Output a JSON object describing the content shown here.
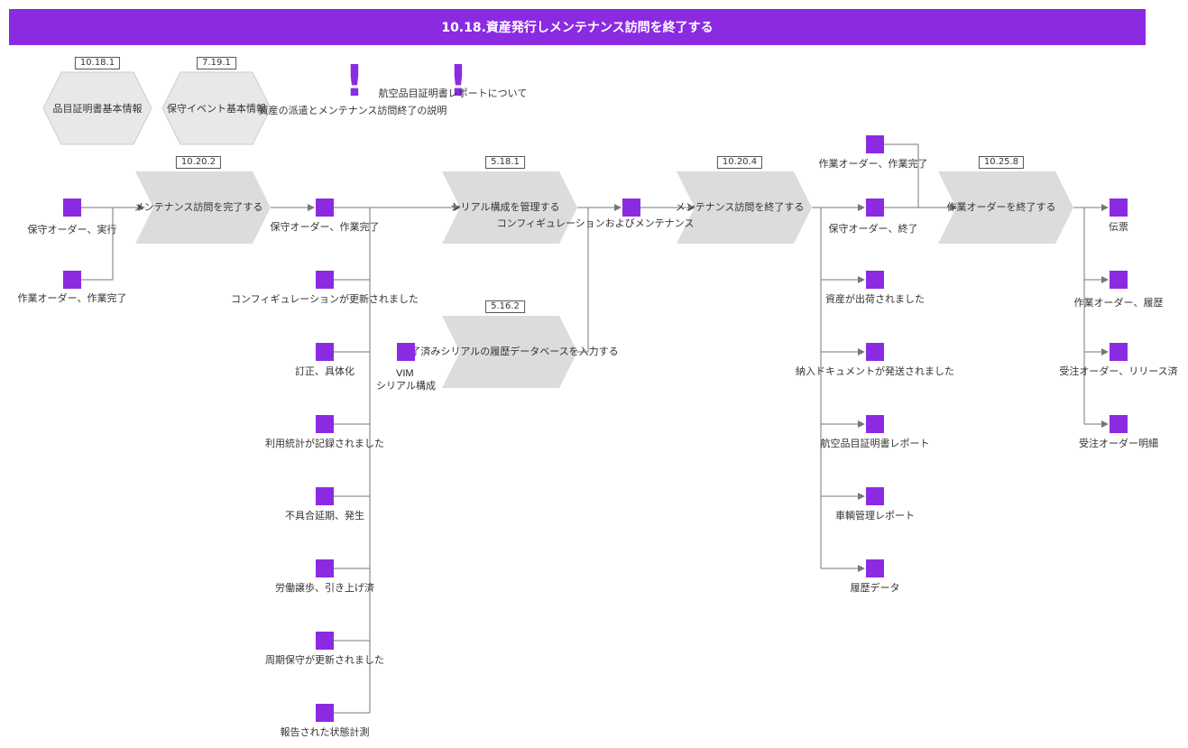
{
  "title": "10.18.資産発行しメンテナンス訪問を終了する",
  "colors": {
    "accent": "#8a2be2",
    "shape_fill": "#e5e5e5",
    "line": "#777777"
  },
  "hexagons": [
    {
      "id": "10.18.1",
      "label": "品目証明書基本情報"
    },
    {
      "id": "7.19.1",
      "label": "保守イベント基本情報"
    }
  ],
  "notes": [
    {
      "icon": "exclamation-icon",
      "label": "資産の派遣とメンテナンス訪問終了の説明"
    },
    {
      "icon": "exclamation-icon",
      "label": "航空品目証明書レポートについて"
    }
  ],
  "processes": [
    {
      "id": "10.20.2",
      "label": "メンテナンス訪問を完了する"
    },
    {
      "id": "5.18.1",
      "label": "シリアル構成を管理する"
    },
    {
      "id": "5.16.2",
      "label": "完了済みシリアルの履歴データベースを入力する"
    },
    {
      "id": "10.20.4",
      "label": "メンテナンス訪問を終了する"
    },
    {
      "id": "10.25.8",
      "label": "作業オーダーを終了する"
    }
  ],
  "events": {
    "e1": "保守オーダー、実行",
    "e2": "作業オーダー、作業完了",
    "e3": "保守オーダー、作業完了",
    "e4": "コンフィギュレーションが更新されました",
    "e5": "訂正、具体化",
    "e6": "利用統計が記録されました",
    "e7": "不具合延期、発生",
    "e8": "労働譲歩、引き上げ済",
    "e9": "周期保守が更新されました",
    "e10": "報告された状態計測",
    "e11": "コンフィギュレーションおよびメンテナンス",
    "e12": "作業オーダー、作業完了",
    "e13": "保守オーダー、終了",
    "e14": "資産が出荷されました",
    "e15": "納入ドキュメントが発送されました",
    "e16": "航空品目証明書レポート",
    "e17": "車輌管理レポート",
    "e18": "履歴データ",
    "e19": "伝票",
    "e20": "作業オーダー、履歴",
    "e21": "受注オーダー、リリース済",
    "e22": "受注オーダー明細"
  },
  "system": {
    "name": "VIM",
    "label": "シリアル構成"
  }
}
